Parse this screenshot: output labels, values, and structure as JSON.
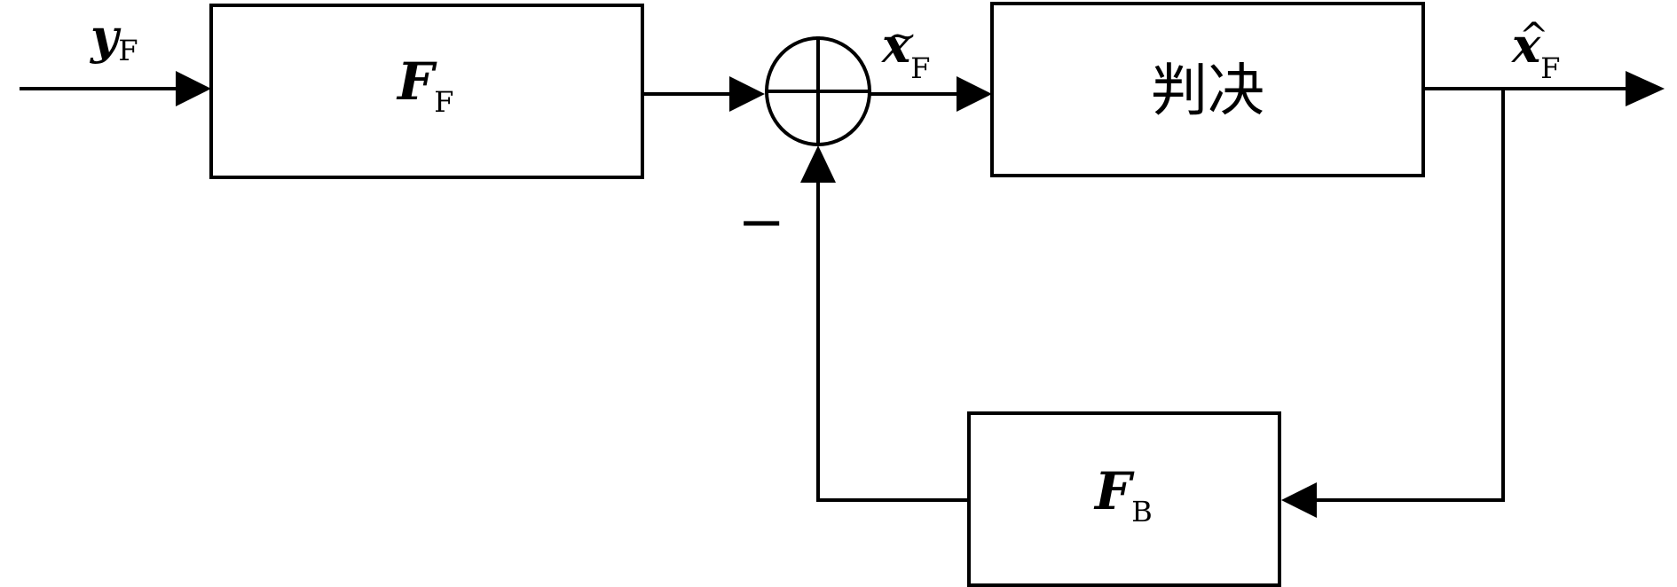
{
  "diagram": {
    "input_signal": {
      "symbol": "y",
      "subscript": "F"
    },
    "forward_filter": {
      "symbol": "F",
      "subscript": "F"
    },
    "summer_output": {
      "accent": "~",
      "symbol": "x",
      "subscript": "F"
    },
    "decision_block": {
      "label": "判决"
    },
    "output_signal": {
      "accent": "^",
      "symbol": "x",
      "subscript": "F"
    },
    "feedback_filter": {
      "symbol": "F",
      "subscript": "B"
    },
    "feedback_sign": "−"
  }
}
